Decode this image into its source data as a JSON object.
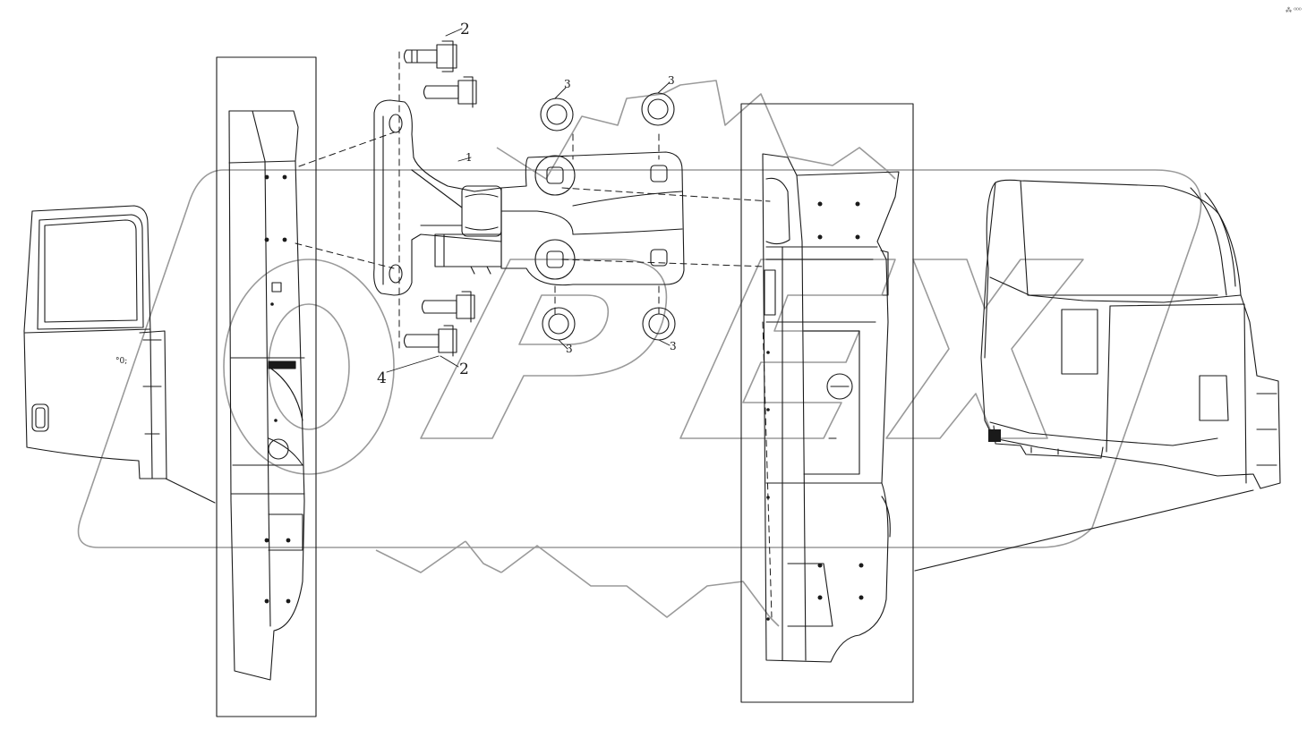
{
  "diagram": {
    "watermark_text": "OPEX",
    "corner_mark": "⁂ ⁰⁰⁰",
    "callouts": [
      {
        "id": "2a",
        "label": "2"
      },
      {
        "id": "1",
        "label": "1"
      },
      {
        "id": "3a",
        "label": "3"
      },
      {
        "id": "3b",
        "label": "3"
      },
      {
        "id": "3c",
        "label": "3"
      },
      {
        "id": "3d",
        "label": "3"
      },
      {
        "id": "4",
        "label": "4"
      },
      {
        "id": "2b",
        "label": "2"
      }
    ],
    "parts": [
      {
        "name": "door"
      },
      {
        "name": "door-edge-panel"
      },
      {
        "name": "hinge-bracket"
      },
      {
        "name": "hinge-plate"
      },
      {
        "name": "cab-pillar"
      },
      {
        "name": "cab-body"
      }
    ]
  }
}
